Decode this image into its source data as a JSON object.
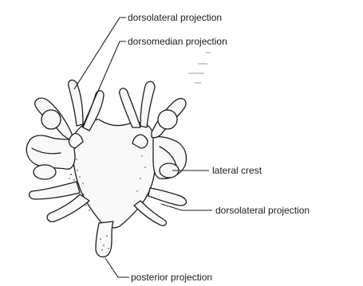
{
  "labels": {
    "dorsolateral_top": "dorsolateral projection",
    "dorsomedian": "dorsomedian projection",
    "lateral_crest": "lateral crest",
    "dorsolateral_right": "dorsolateral projection",
    "posterior": "posterior projection"
  }
}
